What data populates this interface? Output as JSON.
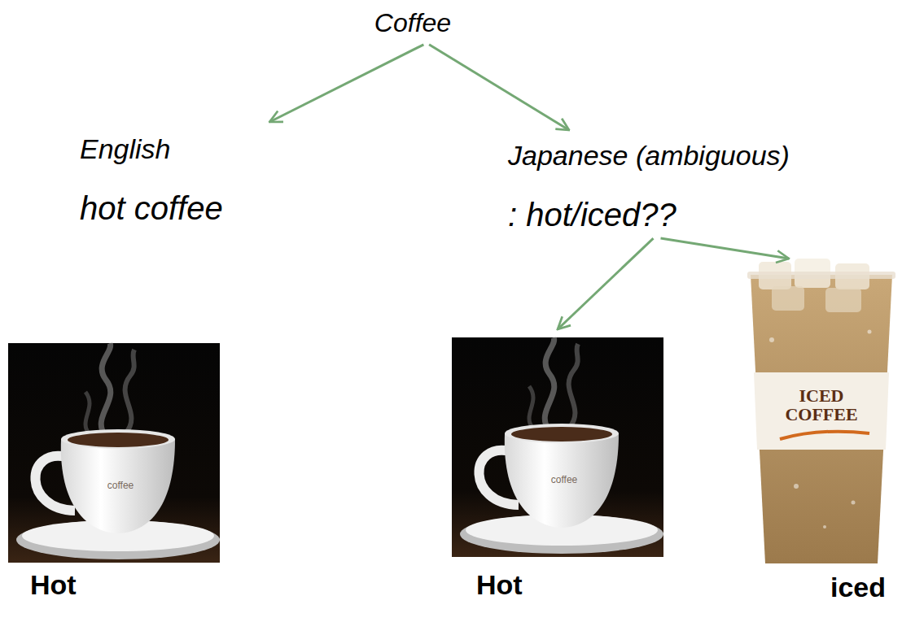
{
  "diagram": {
    "nodes": [
      {
        "text": [
          "Coffee"
        ]
      },
      {
        "text": [
          "English",
          "hot coffee"
        ]
      },
      {
        "text": [
          "Japanese (ambiguous)",
          ": hot/iced??"
        ]
      },
      {
        "text": [
          "Hot"
        ]
      },
      {
        "text": [
          "Hot"
        ]
      },
      {
        "text": [
          "iced"
        ]
      }
    ],
    "edges": [
      {
        "from": 0,
        "to": 1,
        "arrow": "to"
      },
      {
        "from": 0,
        "to": 2,
        "arrow": "to"
      },
      {
        "from": 2,
        "to": 4,
        "arrow": "to"
      },
      {
        "from": 2,
        "to": 5,
        "arrow": "to"
      }
    ],
    "labels": [
      "coffee",
      "coffee",
      "ICED COFFEE"
    ]
  }
}
